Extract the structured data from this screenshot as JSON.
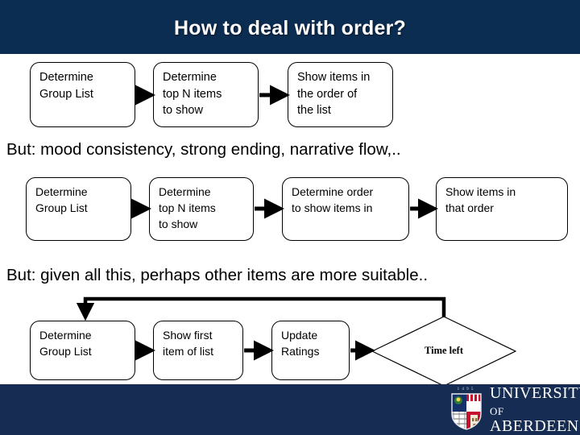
{
  "slide": {
    "title": "How to deal with order?",
    "header_color": "#0c2d52",
    "footer_color": "#162c52",
    "background_color": "#ffffff"
  },
  "notes": {
    "note_1": "But: mood consistency, strong ending, narrative flow,..",
    "note_2": "But: given all this, perhaps other items are more suitable.."
  },
  "flow_rows": [
    {
      "id": "row-1",
      "nodes": [
        {
          "label": "Determine\nGroup List"
        },
        {
          "label": "Determine\ntop N items\nto show"
        },
        {
          "label": "Show items in\nthe order of\nthe list"
        }
      ]
    },
    {
      "id": "row-2",
      "nodes": [
        {
          "label": "Determine\nGroup List"
        },
        {
          "label": "Determine\ntop N items\nto show"
        },
        {
          "label": "Determine order\nto show items in"
        },
        {
          "label": "Show items in\nthat order"
        }
      ]
    },
    {
      "id": "row-3",
      "nodes": [
        {
          "label": "Determine\nGroup List"
        },
        {
          "label": "Show first\nitem of list"
        },
        {
          "label": "Update\nRatings"
        }
      ],
      "decision": {
        "label": "Time left"
      }
    }
  ],
  "logo": {
    "year": "1495",
    "line_1": "UNIVERSITY",
    "line_2_small": "OF",
    "line_2": "ABERDEEN"
  }
}
